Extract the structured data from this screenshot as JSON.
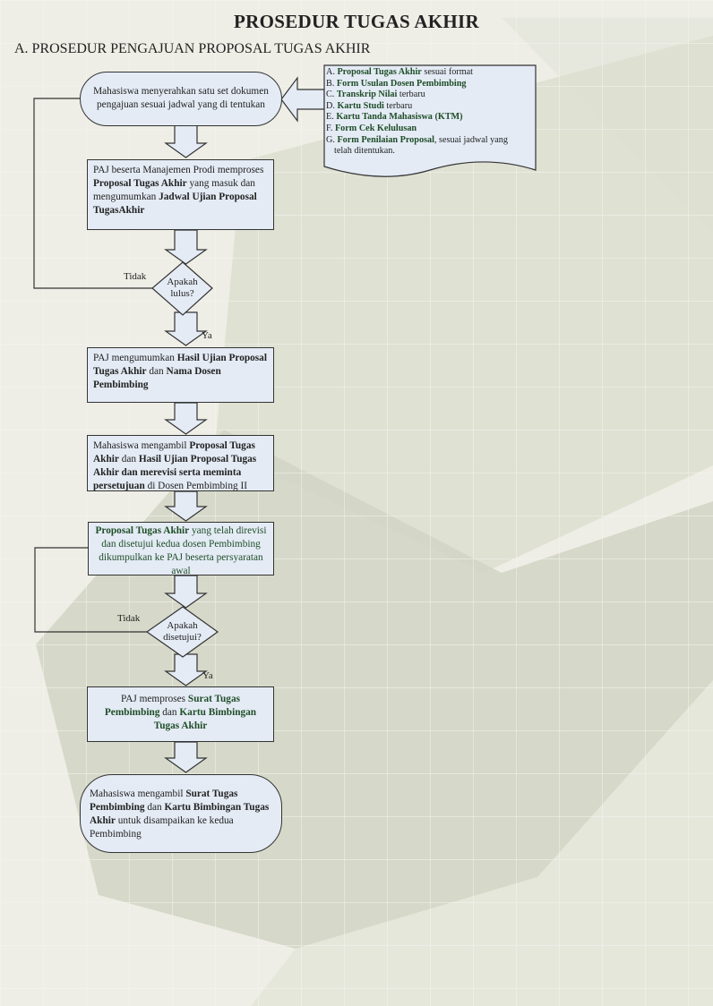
{
  "title": "PROSEDUR TUGAS AKHIR",
  "subtitle": "A. PROSEDUR PENGAJUAN PROPOSAL TUGAS AKHIR",
  "steps": {
    "s1": "Mahasiswa menyerahkan satu set dokumen pengajuan sesuai jadwal yang di tentukan",
    "s2_pre": "PAJ beserta Manajemen Prodi memproses ",
    "s2_b1": "Proposal Tugas Akhir",
    "s2_mid": " yang masuk dan mengumumkan ",
    "s2_b2": "Jadwal Ujian Proposal TugasAkhir",
    "s3_pre": "PAJ mengumumkan ",
    "s3_b1": "Hasil Ujian Proposal Tugas Akhir",
    "s3_mid": " dan ",
    "s3_b2": "Nama Dosen Pembimbing",
    "s4_pre": "Mahasiswa mengambil ",
    "s4_b1": "Proposal Tugas Akhir",
    "s4_mid": " dan ",
    "s4_b2": "Hasil Ujian Proposal Tugas Akhir dan merevisi serta meminta persetujuan",
    "s4_post": " di Dosen Pembimbing II",
    "s5_b1": "Proposal Tugas Akhir",
    "s5_post": " yang telah direvisi dan disetujui kedua dosen Pembimbing dikumpulkan ke PAJ beserta persyaratan awal",
    "s6_pre": "PAJ memproses ",
    "s6_b1": "Surat Tugas Pembimbing",
    "s6_mid": " dan ",
    "s6_b2": "Kartu Bimbingan Tugas Akhir",
    "s7_pre": "Mahasiswa mengambil ",
    "s7_b1": "Surat Tugas Pembimbing",
    "s7_mid": " dan ",
    "s7_b2": "Kartu Bimbingan Tugas Akhir",
    "s7_post": " untuk disampaikan ke kedua Pembimbing"
  },
  "decisions": {
    "d1_line1": "Apakah",
    "d1_line2": "lulus?",
    "d2_line1": "Apakah",
    "d2_line2": "disetujui?",
    "no": "Tidak",
    "yes": "Ya"
  },
  "documents": [
    {
      "prefix": "A. ",
      "bold": "Proposal Tugas Akhir",
      "suffix": " sesuai format"
    },
    {
      "prefix": "B. ",
      "bold": "Form Usulan Dosen Pembimbing",
      "suffix": ""
    },
    {
      "prefix": "C. ",
      "bold": "Transkrip Nilai",
      "suffix": " terbaru"
    },
    {
      "prefix": "D. ",
      "bold": "Kartu Studi",
      "suffix": " terbaru"
    },
    {
      "prefix": "E. ",
      "bold": "Kartu Tanda Mahasiswa (KTM)",
      "suffix": ""
    },
    {
      "prefix": "F. ",
      "bold": "Form Cek Kelulusan",
      "suffix": ""
    },
    {
      "prefix": "G. ",
      "bold": "Form Penilaian Proposal",
      "suffix": ", sesuai jadwal yang"
    }
  ],
  "documents_tail": "telah ditentukan."
}
